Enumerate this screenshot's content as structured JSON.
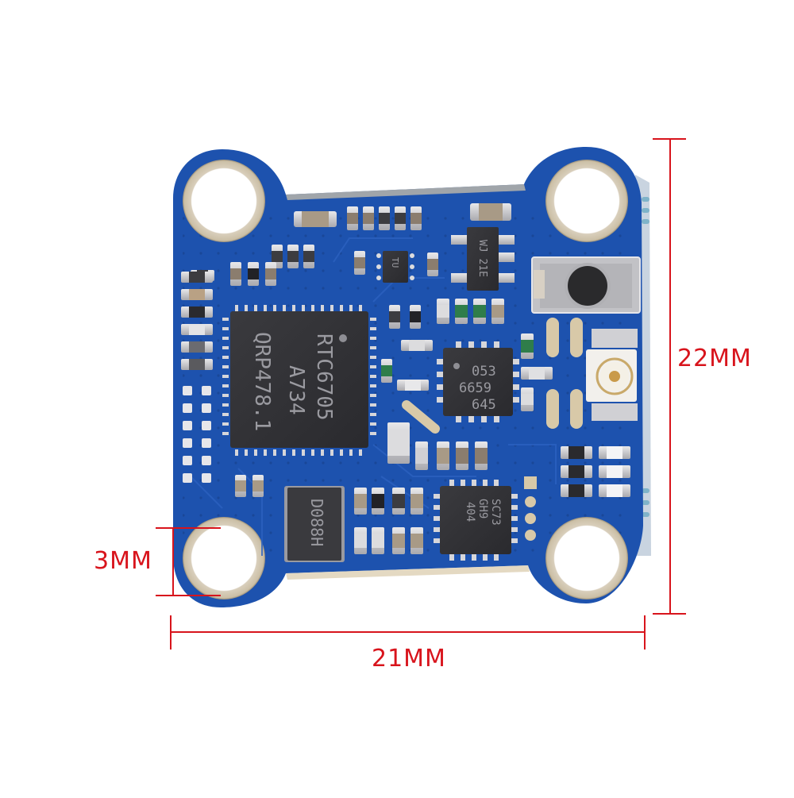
{
  "product": {
    "description": "FPV video transmitter PCB, top view",
    "board_color": "#1c4fa8",
    "pad_color": "#d8cdb8"
  },
  "dimensions": {
    "color": "#d8141c",
    "height_label": "22MM",
    "width_label": "21MM",
    "hole_label": "3MM"
  },
  "chips": {
    "main_ic": {
      "lines": [
        "RTC6705",
        "A734",
        "QRP478.1"
      ]
    },
    "amp_ic": {
      "lines": [
        "053",
        "6659",
        "645"
      ]
    },
    "mcu_ic": {
      "lines": [
        "SC73",
        "GH9",
        "404"
      ]
    },
    "inductor": {
      "label": "D088H"
    },
    "regulator": {
      "label": "WJ 21E"
    },
    "small_ic": {
      "label": "TU"
    }
  },
  "components": {
    "button": "tactile push button",
    "antenna_connector": "u.FL / IPEX connector"
  }
}
